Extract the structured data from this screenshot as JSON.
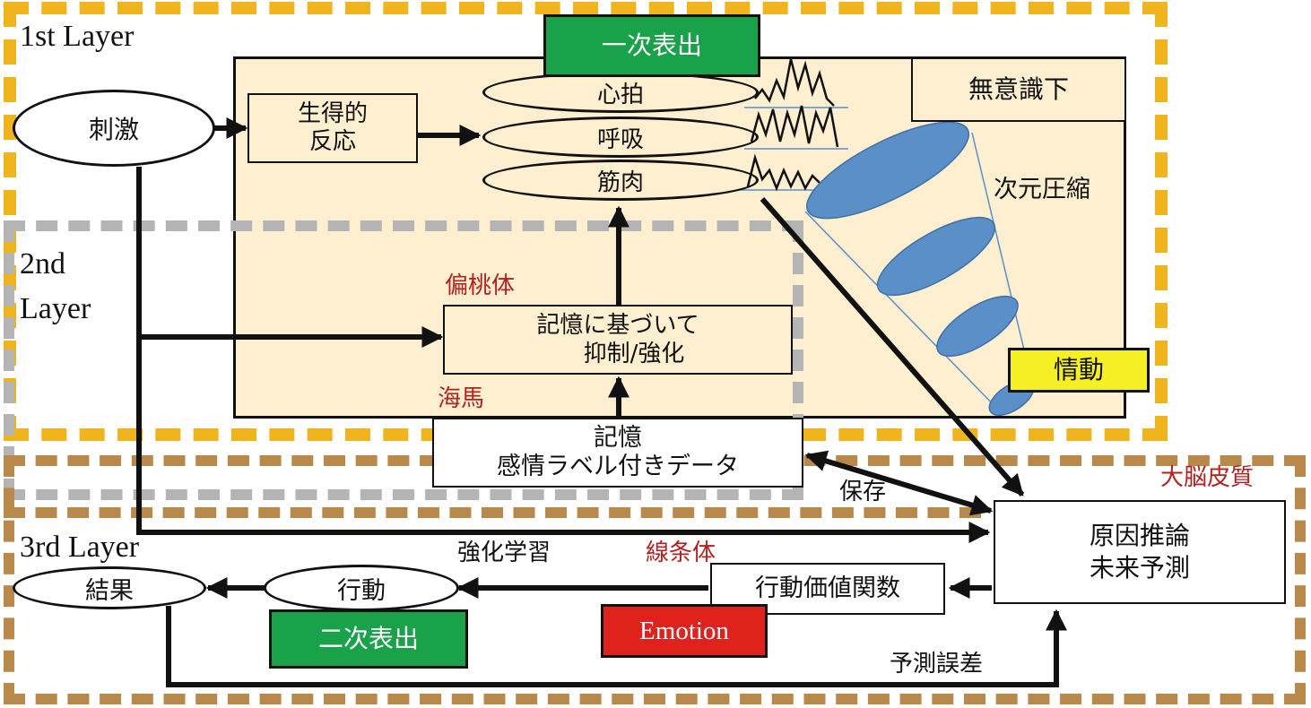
{
  "colors": {
    "layer1_border": "#f0b41e",
    "layer2_border": "#b4b4b4",
    "layer3_border": "#b8894a",
    "panel_fill": "#fdefcf",
    "green_label": "#1aa24a",
    "yellow_label": "#f4f024",
    "red_label": "#e0221c",
    "ellipse_blue": "#5b8fc8",
    "annotation_red": "#b22222"
  },
  "layers": {
    "layer1": "1st Layer",
    "layer2_line1": "2nd",
    "layer2_line2": "Layer",
    "layer3": "3rd Layer"
  },
  "nodes": {
    "stimulus": "刺激",
    "innate_line1": "生得的",
    "innate_line2": "反応",
    "heartbeat": "心拍",
    "breathing": "呼吸",
    "muscle": "筋肉",
    "primary_expression": "一次表出",
    "subconscious": "無意識下",
    "dim_reduction": "次元圧縮",
    "emotion_ja": "情動",
    "memory_control_line1": "記憶に基づいて",
    "memory_control_line2": "抑制/強化",
    "memory_line1": "記憶",
    "memory_line2": "感情ラベル付きデータ",
    "cause_line1": "原因推論",
    "cause_line2": "未来予測",
    "action_value": "行動価値関数",
    "action": "行動",
    "result": "結果",
    "secondary_expression": "二次表出",
    "emotion_en": "Emotion"
  },
  "annotations": {
    "amygdala": "偏桃体",
    "hippocampus": "海馬",
    "cortex": "大脳皮質",
    "striatum": "線条体",
    "save": "保存",
    "reinforcement": "強化学習",
    "prediction_error": "予測誤差"
  }
}
